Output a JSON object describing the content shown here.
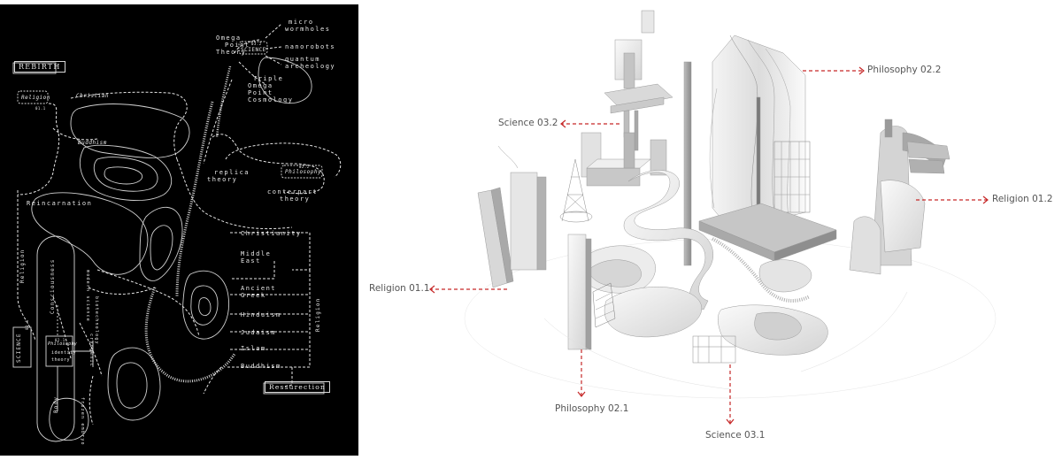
{
  "left_panel": {
    "rebirth": "REBIRTH",
    "ressurection": "Ressurection",
    "religion": "Religion",
    "religion_code": "01.1",
    "christian": "Christian",
    "buddhism": "Buddhism",
    "science_top": "SCIENCE",
    "science_top_code": "03.2",
    "omega_point_theory": [
      "Omega",
      "Point",
      "Theory"
    ],
    "micro_wormholes": [
      "micro",
      "wormholes"
    ],
    "nanorobots": "nanorobots",
    "quantum_archeology": [
      "quantum",
      "archeology"
    ],
    "triple_omega": [
      "Triple",
      "Omega",
      "Point",
      "Cosmology"
    ],
    "philosophy": "Philosophy",
    "philosophy_code": "02.2",
    "replica_theory": [
      "replica",
      "theory"
    ],
    "counterpart_theory": [
      "conterpart",
      "theory"
    ],
    "reincarnation": "Reincarnation",
    "christianity": "Christianity",
    "middle_east": [
      "Middle",
      "East"
    ],
    "ancient_greek": [
      "Ancient",
      "Greek"
    ],
    "hinduism": "Hinduism",
    "judaism": "Judaism",
    "islam": "Islam",
    "buddhism_list": "Buddhism",
    "vertical_religion_left": "Religion",
    "vertical_religion_right": "Religion",
    "science_left": "SCIENCE",
    "science_left_code": "03.1",
    "philosophy_left": "Philosophy",
    "philosophy_left_code": "02.1",
    "identity_theory": [
      "identity",
      "theory"
    ],
    "consciousness": "Consciousness",
    "body": "Body",
    "cryogenic": "cryogenic",
    "frozen_embryo": "frozen embryo",
    "modern_science": "modern science",
    "biotechnology": "biotechnology"
  },
  "callouts": {
    "philosophy_022": "Philosophy 02.2",
    "science_032": "Science 03.2",
    "religion_012": "Religion 01.2",
    "religion_011": "Religion 01.1",
    "philosophy_021": "Philosophy 02.1",
    "science_031": "Science 03.1"
  },
  "colors": {
    "background_left": "#000000",
    "line_left": "#d8d8d8",
    "callout_arrow": "#c62828",
    "callout_text": "#555555",
    "model_light": "#f2f2f2",
    "model_mid": "#d6d6d6",
    "model_dark": "#9a9a9a"
  }
}
